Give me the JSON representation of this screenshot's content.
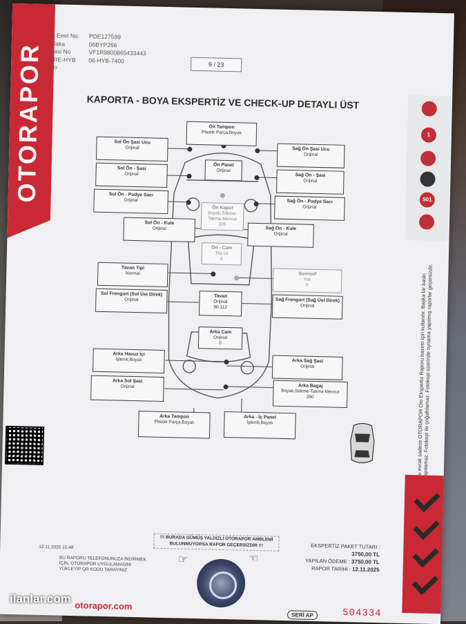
{
  "watermark": "ilanlar.com",
  "header": {
    "brand": "OTORAPOR",
    "meta": [
      {
        "key": "İş Emri No",
        "value": "PDE127599"
      },
      {
        "key": "Plaka",
        "value": "06BYP266"
      },
      {
        "key": "Şasi No",
        "value": "VF1R9800865433443"
      },
      {
        "key": "TRE-HYB No",
        "value": "06-HYB-7400"
      }
    ],
    "page": "9 / 23",
    "title": "KAPORTA - BOYA EKSPERTİZ VE CHECK-UP DETAYLI ÜST"
  },
  "parts": {
    "on_tampon": {
      "label": "Ön Tampon",
      "status": "Plastik Parça,Boyalı"
    },
    "sol_on_sasi_ucu": {
      "label": "Sol Ön Şasi Ucu",
      "status": "Orijinal"
    },
    "sag_on_sasi_ucu": {
      "label": "Sağ Ön Şasi Ucu",
      "status": "Orijinal"
    },
    "on_panel": {
      "label": "Ön Panel",
      "status": "Orijinal"
    },
    "sol_on_sasi": {
      "label": "Sol Ön - Şasi",
      "status": "Orijinal"
    },
    "sag_on_sasi": {
      "label": "Sağ Ön - Şasi",
      "status": "Orijinal"
    },
    "sol_on_podye": {
      "label": "Sol Ön - Podye Sacı",
      "status": "Orijinal"
    },
    "sag_on_podye": {
      "label": "Sağ Ön - Podye Sacı",
      "status": "Orijinal"
    },
    "on_kaput": {
      "label": "Ön Kaput",
      "status": "Boyalı,Sökme-Takma Mevcut",
      "extra": "205"
    },
    "sol_on_kule": {
      "label": "Sol Ön - Kule",
      "status": "Orijinal"
    },
    "sag_on_kule": {
      "label": "Sağ Ön - Kule",
      "status": "Orijinal"
    },
    "on_cam": {
      "label": "Ön - Cam",
      "status": "Taş İzi",
      "extra": "0"
    },
    "tavan_tipi": {
      "label": "Tavan Tipi",
      "status": "Normal"
    },
    "sunroof": {
      "label": "Sunroof",
      "status": "Yok",
      "extra": "0"
    },
    "sol_frengort": {
      "label": "Sol Frengort (Sol Üst Direk)",
      "status": "Orijinal"
    },
    "tavan": {
      "label": "Tavan",
      "status": "Orijinal",
      "extra": "90-112"
    },
    "sag_frengort": {
      "label": "Sağ Frengort (Sağ Üst Direk)",
      "status": "Orijinal"
    },
    "arka_cam": {
      "label": "Arka Cam",
      "status": "Orijinal",
      "extra": "0"
    },
    "arka_havuz_ici": {
      "label": "Arka Havuz İçi",
      "status": "İşlemli,Boyalı"
    },
    "arka_sag_sasi": {
      "label": "Arka Sağ Şasi",
      "status": "Orijinal"
    },
    "arka_sol_sasi": {
      "label": "Arka Sol Şasi",
      "status": "Orijinal"
    },
    "arka_bagaj": {
      "label": "Arka Bagaj",
      "status": "Boyalı,Sökme-Takma Mevcut",
      "extra": "260"
    },
    "arka_tampon": {
      "label": "Arka Tampon",
      "status": "Plastik Parça,Boyalı"
    },
    "arka_ic_panel": {
      "label": "Arka - İç Panel",
      "status": "İşlemli,Boyalı"
    }
  },
  "warning": "!!! BURADA GÜMÜŞ YALDIZLI OTORAPOR AMBLEMİ BULUNMUYORSA RAPOR GEÇERSİZDİR !!!",
  "pricing": {
    "package_label": "EKSPERTİZ PAKET TUTARI :",
    "package_value": "3750,00 TL",
    "paid_label": "YAPILAN ÖDEME :",
    "paid_value": "3750,00 TL",
    "date_label": "RAPOR TARİHİ :",
    "date_value": "12.11.2025"
  },
  "side_note": "Bu evrak sadece OTORAPOR Oto Ekspertiz Raporu basımı için kullanılır. Başka bir baskı yapılamaz. Fotokopi ile çoğaltılamaz. Fotokopi üzerinde oynama yapılmış raporlar geçersizdir.",
  "footer": {
    "date": "12.11.2025 15:48",
    "app_text": "BU RAPORU TELEFONUNUZA İNDİRMEK İÇİN, OTORAPOR UYGULAMASINI YÜKLEYİP QR KODU TARAYINIZ",
    "site": "otorapor.com",
    "seri": "SERİ AP",
    "serial": "504334"
  },
  "badges": [
    "501"
  ]
}
